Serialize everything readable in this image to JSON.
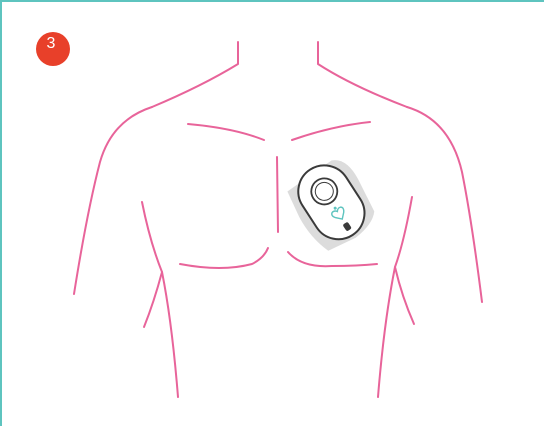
{
  "step": {
    "number": "3",
    "badge_color": "#e8402a"
  },
  "colors": {
    "frame_border": "#5ec4bf",
    "body_outline": "#e8649a",
    "device_outline": "#3a3a3a",
    "device_shadow": "#dcdcdc",
    "accent": "#5ec4bf"
  },
  "illustration": {
    "subject": "torso-outline",
    "device": "chest-patch-sensor"
  }
}
